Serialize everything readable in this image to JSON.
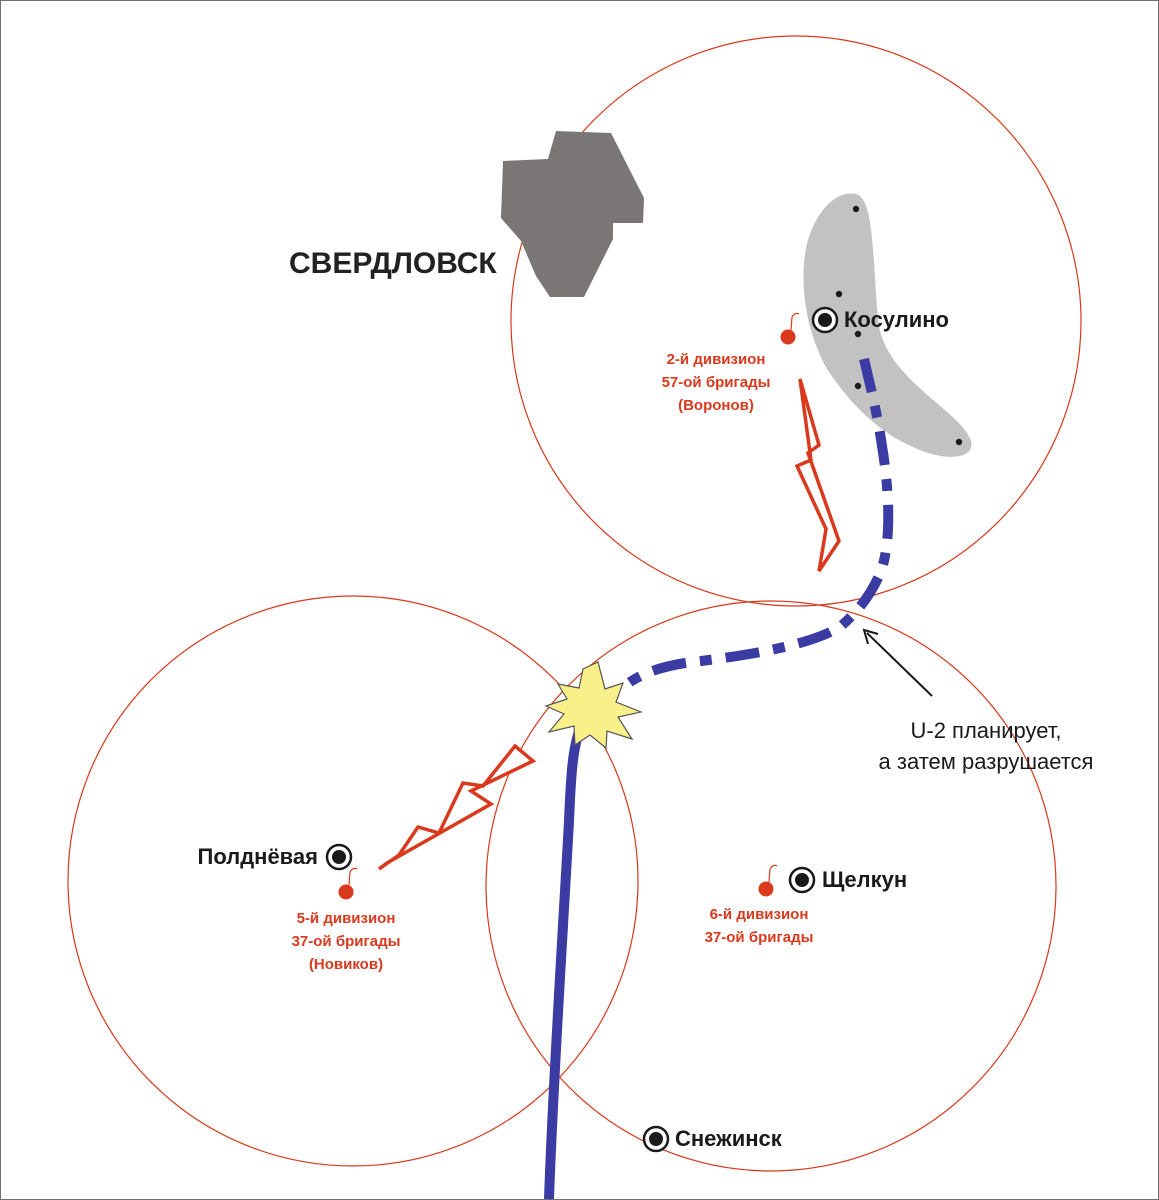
{
  "map": {
    "city": "СВЕРДЛОВСК",
    "places": {
      "kosulino": "Косулино",
      "poldnevaya": "Полднёвая",
      "shchelkun": "Щелкун",
      "snezhinsk": "Снежинск"
    },
    "units": {
      "kosulino": [
        "2-й дивизион",
        "57-ой бригады",
        "(Воронов)"
      ],
      "poldnevaya": [
        "5-й дивизион",
        "37-ой бригады",
        "(Новиков)"
      ],
      "shchelkun": [
        "6-й дивизион",
        "37-ой бригады"
      ]
    },
    "annotation": [
      "U-2 планирует,",
      "а затем разрушается"
    ],
    "colors": {
      "range_circle": "#d9391c",
      "flight_path": "#3a3ba3",
      "missile_strike": "#d9391c",
      "explosion_fill": "#faf08a",
      "city_fill": "#7a7676",
      "airfield_fill": "#c2c2c2"
    }
  }
}
